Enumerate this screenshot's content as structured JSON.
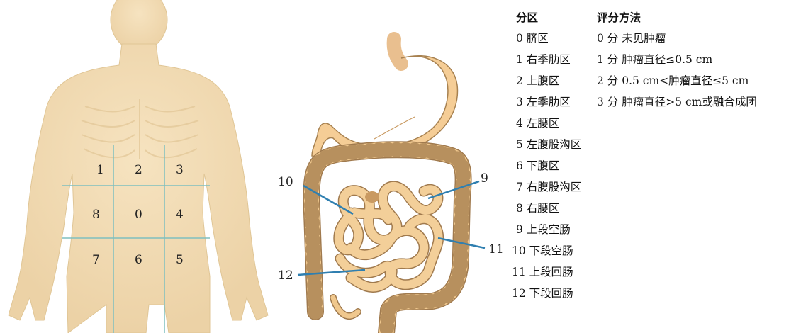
{
  "body_figure": {
    "region_labels": [
      "1",
      "2",
      "3",
      "8",
      "0",
      "4",
      "7",
      "6",
      "5"
    ],
    "grid_color": "#7fbfbf",
    "skin_color": "#f2dcb4"
  },
  "intestine_figure": {
    "labels": [
      "10",
      "9",
      "11",
      "12"
    ],
    "pointer_color": "#2f7fb0"
  },
  "scoring_table": {
    "header_region": "分区",
    "header_score": "评分方法",
    "regions": [
      "0 脐区",
      "1 右季肋区",
      "2 上腹区",
      "3 左季肋区",
      "4 左腰区",
      "5 左腹股沟区",
      "6 下腹区",
      "7 右腹股沟区",
      "8 右腰区",
      "9 上段空肠",
      "10 下段空肠",
      "11 上段回肠",
      "12 下段回肠"
    ],
    "scores": [
      "0 分  未见肿瘤",
      "1 分  肿瘤直径≤0.5 cm",
      "2 分  0.5 cm<肿瘤直径≤5 cm",
      "3 分  肿瘤直径>5 cm或融合成团"
    ]
  }
}
